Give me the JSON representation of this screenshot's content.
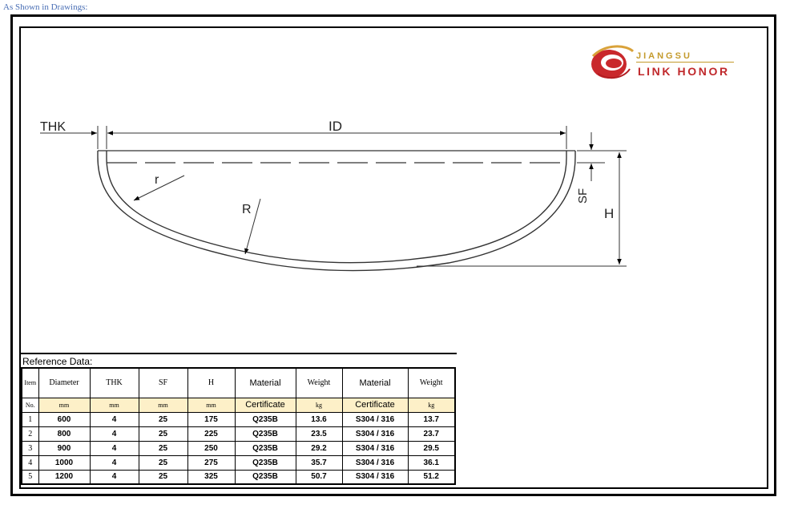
{
  "caption": "As Shown in Drawings:",
  "logo": {
    "top_text": "JIANGSU",
    "bottom_text": "LINK HONOR"
  },
  "diagram_labels": {
    "thk": "THK",
    "id": "ID",
    "r_small": "r",
    "r_large": "R",
    "sf": "SF",
    "h": "H"
  },
  "reference": {
    "title": "Reference Data:",
    "header_row1": [
      "Item",
      "Diameter",
      "THK",
      "SF",
      "H",
      "Material",
      "Weight",
      "Material",
      "Weight"
    ],
    "header_row2": [
      "No.",
      "mm",
      "mm",
      "mm",
      "mm",
      "Certificate",
      "kg",
      "Certificate",
      "kg"
    ],
    "rows": [
      [
        "1",
        "600",
        "4",
        "25",
        "175",
        "Q235B",
        "13.6",
        "S304 / 316",
        "13.7"
      ],
      [
        "2",
        "800",
        "4",
        "25",
        "225",
        "Q235B",
        "23.5",
        "S304 / 316",
        "23.7"
      ],
      [
        "3",
        "900",
        "4",
        "25",
        "250",
        "Q235B",
        "29.2",
        "S304 / 316",
        "29.5"
      ],
      [
        "4",
        "1000",
        "4",
        "25",
        "275",
        "Q235B",
        "35.7",
        "S304 / 316",
        "36.1"
      ],
      [
        "5",
        "1200",
        "4",
        "25",
        "325",
        "Q235B",
        "50.7",
        "S304 / 316",
        "51.2"
      ]
    ]
  }
}
